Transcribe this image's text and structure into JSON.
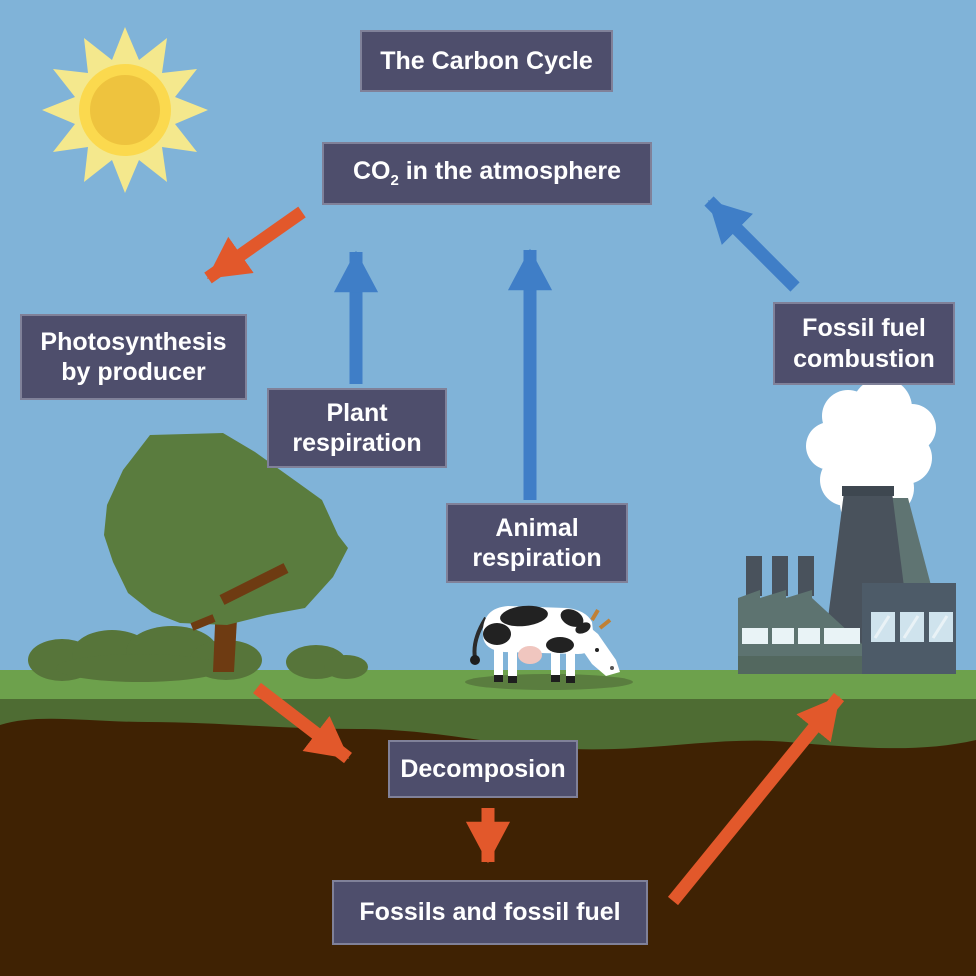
{
  "diagram": {
    "title": "The Carbon Cycle",
    "boxes": {
      "title": {
        "text": "The Carbon Cycle"
      },
      "co2": {
        "pre": "CO",
        "sub": "2",
        "post": " in the atmosphere"
      },
      "photosynthesis": {
        "line1": "Photosynthesis",
        "line2": "by producer"
      },
      "plant_respiration": {
        "line1": "Plant",
        "line2": "respiration"
      },
      "animal_respiration": {
        "line1": "Animal",
        "line2": "respiration"
      },
      "fossil_fuel_combustion": {
        "line1": "Fossil fuel",
        "line2": "combustion"
      },
      "decomposition": {
        "text": "Decomposion"
      },
      "fossils": {
        "text": "Fossils and fossil fuel"
      }
    },
    "arrows": [
      {
        "from": "co2",
        "to": "photosynthesis",
        "color": "orange"
      },
      {
        "from": "plant_respiration",
        "to": "co2",
        "color": "blue"
      },
      {
        "from": "animal_respiration",
        "to": "co2",
        "color": "blue"
      },
      {
        "from": "fossil_fuel_combustion",
        "to": "co2",
        "color": "blue"
      },
      {
        "from": "surface",
        "to": "decomposition",
        "color": "orange"
      },
      {
        "from": "decomposition",
        "to": "fossils",
        "color": "orange"
      },
      {
        "from": "fossils",
        "to": "surface-near-factory",
        "color": "orange"
      }
    ],
    "scene_elements": [
      "sun",
      "tree",
      "bushes",
      "grazing-cow",
      "factory-with-chimney-smoke",
      "grass",
      "soil"
    ],
    "colors": {
      "sky": "#80b3d8",
      "box_bg": "#4e4e6c",
      "box_text": "#ffffff",
      "arrow_orange": "#e2582b",
      "arrow_blue": "#3f7ec7",
      "grass_light": "#6da14c",
      "grass_dark": "#4e6c33",
      "soil": "#3f2203",
      "tree_canopy": "#5a7c3e",
      "bush": "#57753a",
      "trunk": "#6e3b12",
      "sun_rays": "#f4e88d",
      "sun_ring": "#fbd94e",
      "sun_core": "#eec33e",
      "factory_hall": "#5d7370",
      "factory_dark": "#49525c",
      "factory_right": "#4d5b68",
      "window": "#cfe3ed",
      "smoke": "#ffffff"
    }
  }
}
